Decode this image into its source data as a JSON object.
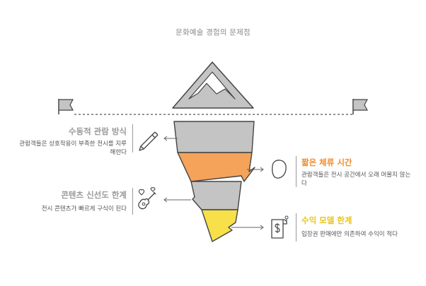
{
  "title": "문화예술 경험의 문제점",
  "colors": {
    "outline": "#444444",
    "gray_fill": "#c4c4c4",
    "orange_fill": "#f5a25a",
    "yellow_fill": "#f7e04a",
    "title_gray": "#9a9a9a",
    "orange_text": "#f08c2a",
    "yellow_text": "#e8c41a"
  },
  "items": [
    {
      "id": "passive",
      "title": "수동적 관람 방식",
      "desc": "관람객들은 상호작용이 부족한 전시를 지루해한다",
      "icon": "pencil-icon",
      "layer": "gray"
    },
    {
      "id": "short-stay",
      "title": "짧은 체류 시간",
      "desc": "관람객들은 전시 공간에서 오래 머물지 않는다",
      "icon": "stone-icon",
      "layer": "orange"
    },
    {
      "id": "freshness",
      "title": "콘텐츠 신선도 한계",
      "desc": "전시 콘텐츠가 빠르게 구식이 된다",
      "icon": "guitar-heart-icon",
      "layer": "gray"
    },
    {
      "id": "revenue",
      "title": "수익 모델 한계",
      "desc": "입장권 판매에만 의존하여 수익이 적다",
      "icon": "money-document-icon",
      "layer": "yellow"
    }
  ]
}
